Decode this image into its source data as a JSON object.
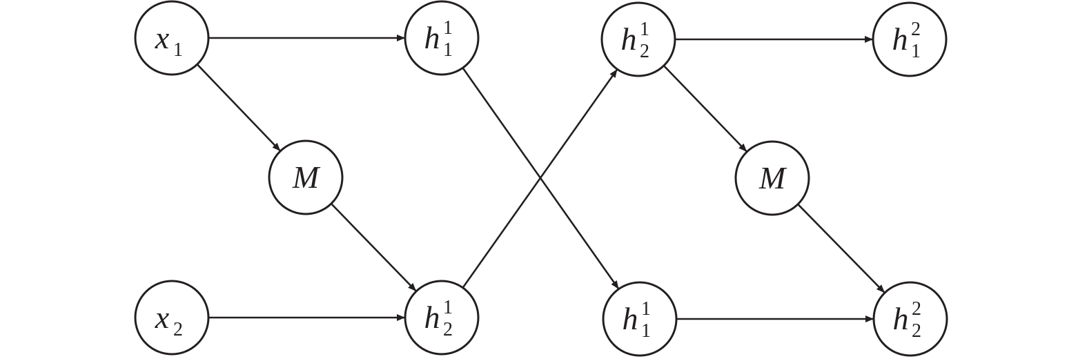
{
  "diagram": {
    "colors": {
      "stroke": "#231f20",
      "fill": "#ffffff"
    },
    "nodes": [
      {
        "id": "x1",
        "base": "x",
        "sup": "",
        "sub": "1"
      },
      {
        "id": "x2",
        "base": "x",
        "sup": "",
        "sub": "2"
      },
      {
        "id": "M_a",
        "base": "M",
        "sup": "",
        "sub": ""
      },
      {
        "id": "h11a",
        "base": "h",
        "sup": "1",
        "sub": "1"
      },
      {
        "id": "h12a",
        "base": "h",
        "sup": "1",
        "sub": "2"
      },
      {
        "id": "h12b",
        "base": "h",
        "sup": "1",
        "sub": "2"
      },
      {
        "id": "h11b",
        "base": "h",
        "sup": "1",
        "sub": "1"
      },
      {
        "id": "M_b",
        "base": "M",
        "sup": "",
        "sub": ""
      },
      {
        "id": "h21",
        "base": "h",
        "sup": "2",
        "sub": "1"
      },
      {
        "id": "h22",
        "base": "h",
        "sup": "2",
        "sub": "2"
      }
    ],
    "edges": [
      {
        "from": "x1",
        "to": "h11a"
      },
      {
        "from": "x1",
        "to": "M_a"
      },
      {
        "from": "M_a",
        "to": "h12a"
      },
      {
        "from": "x2",
        "to": "h12a"
      },
      {
        "from": "h11a",
        "to": "h11b"
      },
      {
        "from": "h12a",
        "to": "h12b"
      },
      {
        "from": "h12b",
        "to": "h21"
      },
      {
        "from": "h12b",
        "to": "M_b"
      },
      {
        "from": "M_b",
        "to": "h22"
      },
      {
        "from": "h11b",
        "to": "h22"
      }
    ]
  }
}
